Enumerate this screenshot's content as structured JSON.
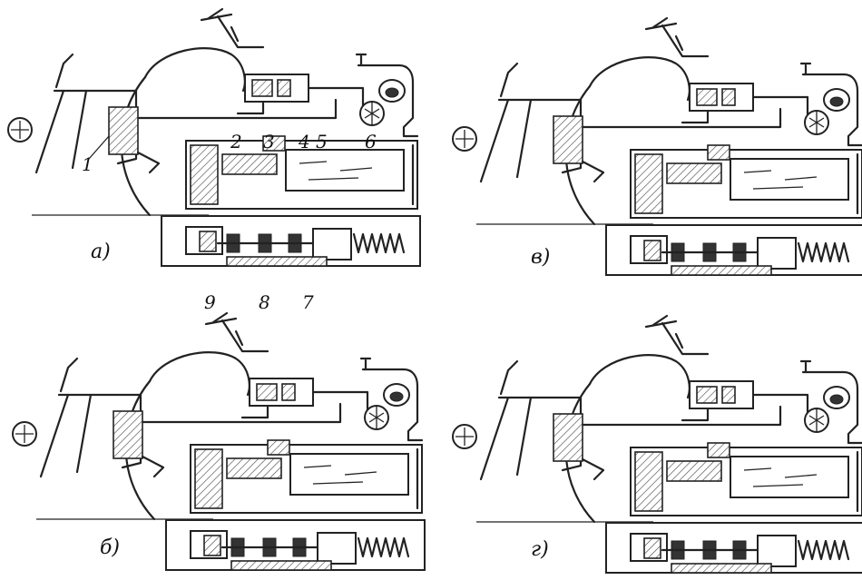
{
  "panels": [
    {
      "id": "a",
      "caption": "а)"
    },
    {
      "id": "v",
      "caption": "в)"
    },
    {
      "id": "b",
      "caption": "б)"
    },
    {
      "id": "g",
      "caption": "г)"
    }
  ],
  "callouts": [
    "1",
    "2",
    "3",
    "4",
    "5",
    "6",
    "7",
    "8",
    "9"
  ]
}
